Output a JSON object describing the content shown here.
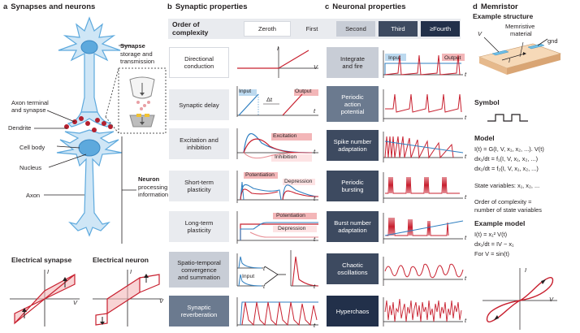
{
  "panel_a": {
    "letter": "a",
    "title": "Synapses and neurons",
    "synapse_label": "Synapse",
    "synapse_desc_1": "storage and",
    "synapse_desc_2": "transmission",
    "axon_terminal_1": "Axon terminal",
    "axon_terminal_2": "and synapse",
    "dendrite": "Dendrite",
    "cell_body": "Cell body",
    "nucleus": "Nucleus",
    "axon": "Axon",
    "neuron_label": "Neuron",
    "neuron_desc_1": "processing of",
    "neuron_desc_2": "information",
    "electrical_synapse": "Electrical synapse",
    "electrical_neuron": "Electrical neuron",
    "axis_i": "I",
    "axis_v": "V"
  },
  "panel_b": {
    "letter": "b",
    "title": "Synaptic properties",
    "order_label_1": "Order of",
    "order_label_2": "complexity",
    "rows": [
      {
        "l1": "Directional",
        "l2": "conduction"
      },
      {
        "l1": "Synaptic delay",
        "l2": ""
      },
      {
        "l1": "Excitation and",
        "l2": "inhibition"
      },
      {
        "l1": "Short-term",
        "l2": "plasticity"
      },
      {
        "l1": "Long-term",
        "l2": "plasticity"
      },
      {
        "l1": "Spatio-temporal",
        "l2": "convergence",
        "l3": "and summation"
      },
      {
        "l1": "Synaptic",
        "l2": "reverberation"
      }
    ],
    "plot_labels": {
      "i": "I",
      "v": "V",
      "t": "t",
      "input": "Input",
      "output": "Output",
      "dt": "Δt",
      "excitation": "Excitation",
      "inhibition": "Inhibition",
      "potentiation": "Potentiation",
      "depression": "Depression"
    }
  },
  "order_levels": [
    {
      "label": "Zeroth"
    },
    {
      "label": "First"
    },
    {
      "label": "Second"
    },
    {
      "label": "Third"
    },
    {
      "label": "≥Fourth"
    }
  ],
  "panel_c": {
    "letter": "c",
    "title": "Neuronal properties",
    "rows": [
      {
        "l1": "Integrate",
        "l2": "and fire"
      },
      {
        "l1": "Periodic",
        "l2": "action",
        "l3": "potential"
      },
      {
        "l1": "Spike number",
        "l2": "adaptation"
      },
      {
        "l1": "Periodic",
        "l2": "bursting"
      },
      {
        "l1": "Burst number",
        "l2": "adaptation"
      },
      {
        "l1": "Chaotic",
        "l2": "oscillations"
      },
      {
        "l1": "Hyperchaos",
        "l2": ""
      }
    ],
    "input": "Input",
    "output": "Output",
    "t": "t"
  },
  "panel_d": {
    "letter": "d",
    "title": "Memristor",
    "subtitle": "Example structure",
    "v_label": "V",
    "material_1": "Memristive",
    "material_2": "material",
    "gnd": "gnd",
    "i_label": "I",
    "symbol_title": "Symbol",
    "model_title": "Model",
    "model_eq1": "I(t) = G(I, V, x₁, x₂, ...). V(t)",
    "model_eq2": "dx₁/dt = f₁(I, V, x₁, x₂, ...)",
    "model_eq3": "dx₂/dt = f₂(I, V, x₁, x₂, ...)",
    "state_vars": "State variables: x₁, x₂, ...",
    "order_eq_1": "Order of complexity =",
    "order_eq_2": "number of state variables",
    "example_title": "Example model",
    "ex_eq1": "I(t) = x₁² V(t)",
    "ex_eq2": "dx₁/dt = IV − x₁",
    "ex_eq3": "For V = sin(t)",
    "axis_i": "I",
    "axis_v": "V"
  },
  "colors": {
    "red": "#c8202f",
    "blue": "#2f7fc1",
    "neuron": "#5da9dd",
    "neuron_light": "#cfe6f6",
    "pink": "#f3b6b8",
    "dark_navy": "#22304a"
  }
}
